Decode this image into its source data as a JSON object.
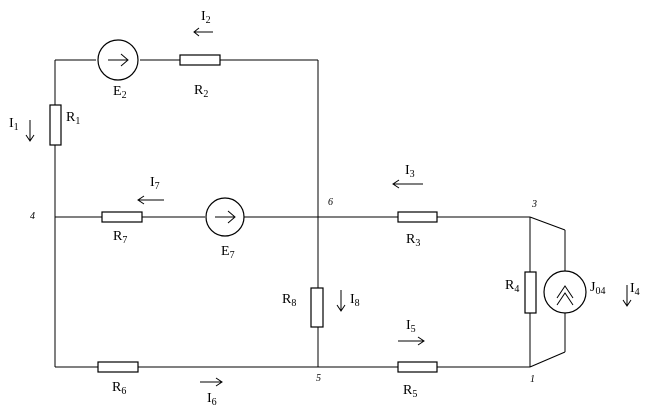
{
  "components": {
    "R1": {
      "letter": "R",
      "sub": "1"
    },
    "R2": {
      "letter": "R",
      "sub": "2"
    },
    "R3": {
      "letter": "R",
      "sub": "3"
    },
    "R4": {
      "letter": "R",
      "sub": "4"
    },
    "R5": {
      "letter": "R",
      "sub": "5"
    },
    "R6": {
      "letter": "R",
      "sub": "6"
    },
    "R7": {
      "letter": "R",
      "sub": "7"
    },
    "R8": {
      "letter": "R",
      "sub": "8"
    },
    "E2": {
      "letter": "E",
      "sub": "2"
    },
    "E7": {
      "letter": "E",
      "sub": "7"
    },
    "J04": {
      "letter": "J",
      "sub": "04"
    }
  },
  "currents": {
    "I1": {
      "letter": "I",
      "sub": "1"
    },
    "I2": {
      "letter": "I",
      "sub": "2"
    },
    "I3": {
      "letter": "I",
      "sub": "3"
    },
    "I4": {
      "letter": "I",
      "sub": "4"
    },
    "I5": {
      "letter": "I",
      "sub": "5"
    },
    "I6": {
      "letter": "I",
      "sub": "6"
    },
    "I7": {
      "letter": "I",
      "sub": "7"
    },
    "I8": {
      "letter": "I",
      "sub": "8"
    }
  },
  "nodes": {
    "n1": "1",
    "n3": "3",
    "n4": "4",
    "n5": "5",
    "n6": "6"
  }
}
